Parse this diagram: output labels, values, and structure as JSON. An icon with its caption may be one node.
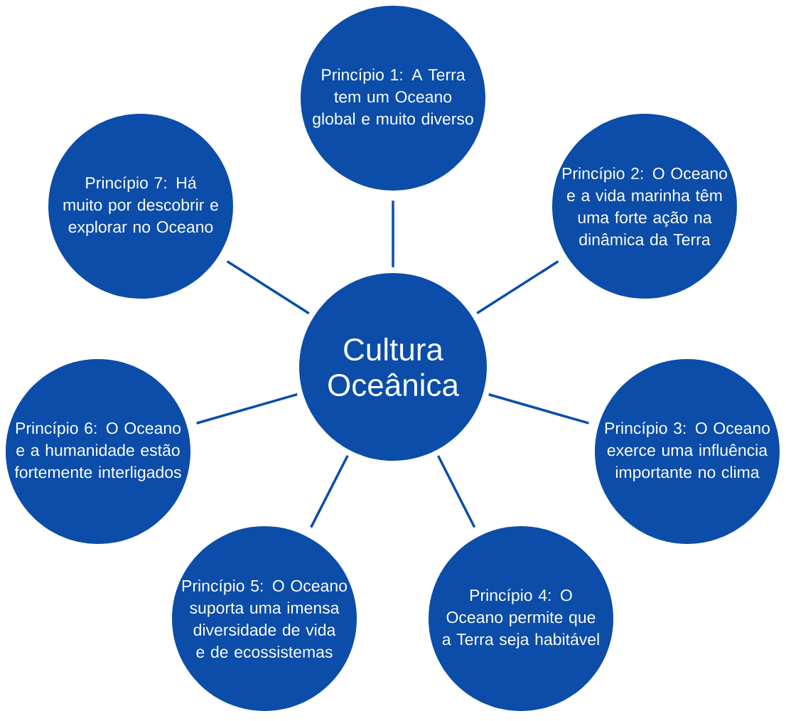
{
  "diagram": {
    "nodes": [
      {
        "text": [
          "Cultura Oceânica"
        ]
      },
      {
        "text": [
          "Princípio 1: A Terra tem um Oceano global e muito diverso"
        ]
      },
      {
        "text": [
          "Princípio 2: O Oceano e a vida marinha têm uma forte ação na dinâmica da Terra"
        ]
      },
      {
        "text": [
          "Princípio 3: O Oceano exerce uma influência importante no clima"
        ]
      },
      {
        "text": [
          "Princípio 4: O Oceano permite que a Terra seja habitável"
        ]
      },
      {
        "text": [
          "Princípio 5: O Oceano suporta uma imensa diversidade de vida e de ecossistemas"
        ]
      },
      {
        "text": [
          "Princípio 6: O Oceano e a humanidade estão fortemente interligados"
        ]
      },
      {
        "text": [
          "Princípio 7: Há muito por descobrir e explorar no Oceano"
        ]
      }
    ],
    "edges": [
      {
        "from": 0,
        "to": 1,
        "arrow": "none"
      },
      {
        "from": 0,
        "to": 2,
        "arrow": "none"
      },
      {
        "from": 0,
        "to": 3,
        "arrow": "none"
      },
      {
        "from": 0,
        "to": 4,
        "arrow": "none"
      },
      {
        "from": 0,
        "to": 5,
        "arrow": "none"
      },
      {
        "from": 0,
        "to": 6,
        "arrow": "none"
      },
      {
        "from": 0,
        "to": 7,
        "arrow": "none"
      }
    ]
  }
}
